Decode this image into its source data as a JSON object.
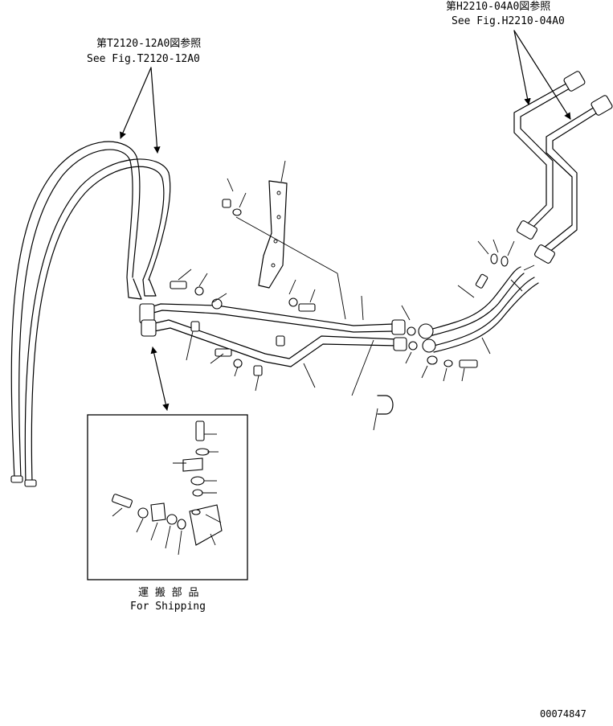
{
  "diagram": {
    "ref_left": {
      "jp": "第T2120-12A0図参照",
      "en": "See Fig.T2120-12A0"
    },
    "ref_right": {
      "jp": "第H2210-04A0図参照",
      "en": "See Fig.H2210-04A0"
    },
    "inset": {
      "jp": "運 搬 部 品",
      "en": "For Shipping"
    },
    "drawing_number": "00074847"
  }
}
